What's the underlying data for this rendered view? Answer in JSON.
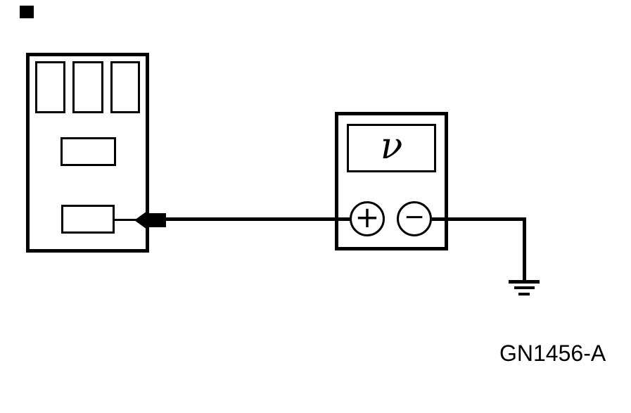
{
  "figure": {
    "caption": "GN1456-A"
  },
  "voltmeter": {
    "display_symbol": "ν",
    "positive_terminal_label": "+",
    "negative_terminal_label": "−"
  },
  "icons": {
    "probe": "probe-arrow-plug",
    "ground": "earth-ground-symbol"
  },
  "colors": {
    "line": "#000000",
    "background": "#ffffff"
  }
}
